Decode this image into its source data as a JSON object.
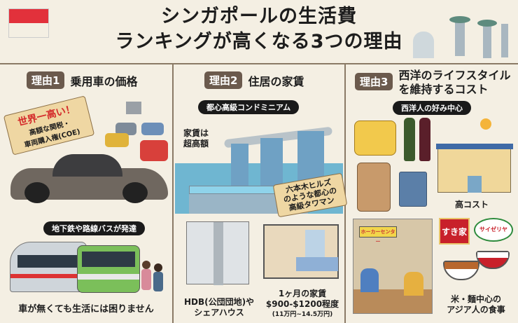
{
  "header": {
    "title_line1": "シンガポールの生活費",
    "title_line2": "ランキングが高くなる3つの理由"
  },
  "panel1": {
    "badge": "理由1",
    "title": "乗用車の価格",
    "tag_headline": "世界一高い！",
    "tag_line1": "高額な関税・",
    "tag_line2": "車両購入権(COE)",
    "pill": "地下鉄や路線バスが発達",
    "caption": "車が無くても生活には困りません"
  },
  "panel2": {
    "badge": "理由2",
    "title": "住居の家賃",
    "pill": "都心高級コンドミニアム",
    "rent_note_line1": "家賃は",
    "rent_note_line2": "超高額",
    "tag_line1": "六本木ヒルズ",
    "tag_line2": "のような都心の",
    "tag_line3": "高級タワマン",
    "hdb_line1": "HDB(公団団地)や",
    "hdb_line2": "シェアハウス",
    "rent_line1": "1ヶ月の家賃",
    "rent_line2": "$900-$1200程度",
    "rent_line3": "(11万円~14.5万円)"
  },
  "panel3": {
    "badge": "理由3",
    "title_line1": "西洋のライフスタイル",
    "title_line2": "を維持するコスト",
    "pill": "西洋人の好み中心",
    "school_caption": "高コスト",
    "hawker_sign": "ホーカーセンター",
    "logo1": "すき家",
    "logo2": "サイゼリヤ",
    "food_line1": "米・麺中心の",
    "food_line2": "アジア人の食事"
  },
  "colors": {
    "background": "#f4efe3",
    "badge": "#6b5a4d",
    "accent_red": "#e2313b"
  }
}
